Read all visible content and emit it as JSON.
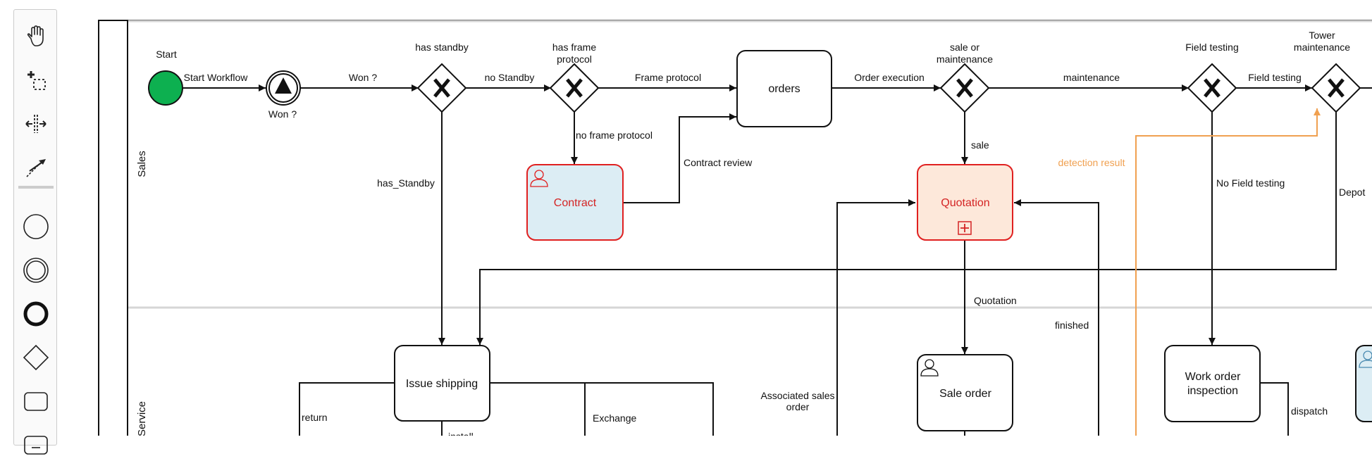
{
  "diagram": {
    "lanes": [
      {
        "id": "sales",
        "name": "Sales"
      },
      {
        "id": "service",
        "name": "Service"
      }
    ],
    "shapes": {
      "start": {
        "label": "Start"
      },
      "won_event": {
        "label": "Won ?"
      },
      "gw_has_standby": {
        "label": "has standby"
      },
      "gw_frame_protocol": {
        "label": "has frame protocol"
      },
      "orders": {
        "label": "orders"
      },
      "gw_sale_maintenance": {
        "label": "sale or maintenance"
      },
      "gw_field_testing": {
        "label": "Field testing"
      },
      "gw_tower_maintenance": {
        "label": "Tower maintenance"
      },
      "contract": {
        "label": "Contract"
      },
      "quotation": {
        "label": "Quotation"
      },
      "issue_shipping": {
        "label": "Issue shipping"
      },
      "sale_order": {
        "label": "Sale order"
      },
      "work_order_inspection": {
        "label": "Work order inspection"
      }
    },
    "flows": {
      "start_workflow": {
        "label": "Start Workflow"
      },
      "won": {
        "label": "Won ?"
      },
      "no_standby": {
        "label": "no Standby"
      },
      "frame_protocol": {
        "label": "Frame protocol"
      },
      "order_execution": {
        "label": "Order execution"
      },
      "maintenance": {
        "label": "maintenance"
      },
      "field_testing": {
        "label": "Field testing"
      },
      "no_frame_protocol": {
        "label": "no frame protocol"
      },
      "contract_review": {
        "label": "Contract review"
      },
      "sale": {
        "label": "sale"
      },
      "has_standby": {
        "label": "has_Standby"
      },
      "detection_result": {
        "label": "detection result"
      },
      "no_field_testing": {
        "label": "No Field testing"
      },
      "depot": {
        "label": "Depot"
      },
      "quotation": {
        "label": "Quotation"
      },
      "finished": {
        "label": "finished"
      },
      "associated_sales_order": {
        "label": "Associated sales order"
      },
      "return": {
        "label": "return"
      },
      "exchange": {
        "label": "Exchange"
      },
      "dispatch": {
        "label": "dispatch"
      },
      "install": {
        "label": "install"
      }
    },
    "colors": {
      "start_fill": "#0db050",
      "task_error_stroke": "#e02020",
      "contract_fill": "#dcedf4",
      "quotation_fill": "#fde8da",
      "error_text": "#d42424",
      "orange_flow": "#f0a050",
      "stroke": "#111111",
      "lane_border": "#d6d6d6"
    }
  },
  "palette": {
    "tools": [
      {
        "name": "hand-tool",
        "icon": "hand-icon"
      },
      {
        "name": "lasso-tool",
        "icon": "lasso-icon"
      },
      {
        "name": "space-tool",
        "icon": "space-icon"
      },
      {
        "name": "connect-tool",
        "icon": "connect-icon"
      },
      {
        "name": "create-start-event",
        "icon": "start-event-icon"
      },
      {
        "name": "create-intermediate-event",
        "icon": "intermediate-event-icon"
      },
      {
        "name": "create-end-event",
        "icon": "end-event-icon"
      },
      {
        "name": "create-gateway",
        "icon": "gateway-icon"
      },
      {
        "name": "create-task",
        "icon": "task-icon"
      },
      {
        "name": "create-subprocess",
        "icon": "subprocess-icon"
      }
    ]
  }
}
